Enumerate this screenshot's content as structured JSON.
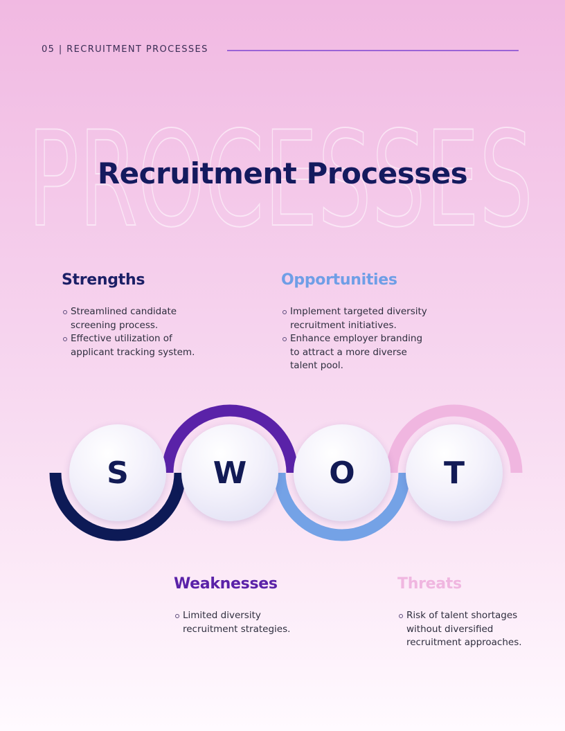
{
  "header": {
    "label": "05 | RECRUITMENT PROCESSES"
  },
  "watermark": {
    "text": "PROCESSES"
  },
  "title": "Recruitment Processes",
  "sections": {
    "strengths": {
      "title": "Strengths",
      "items": [
        "Streamlined candidate screening process.",
        "Effective utilization of applicant tracking system."
      ]
    },
    "opportunities": {
      "title": "Opportunities",
      "items": [
        "Implement targeted diversity recruitment initiatives.",
        "Enhance employer branding to attract a more diverse talent pool."
      ]
    },
    "weaknesses": {
      "title": "Weaknesses",
      "items": [
        "Limited diversity recruitment strategies."
      ]
    },
    "threats": {
      "title": "Threats",
      "items": [
        "Risk of talent shortages without diversified recruitment approaches."
      ]
    }
  },
  "swot": {
    "letters": [
      "S",
      "W",
      "O",
      "T"
    ],
    "colors": {
      "s": "#0d1a56",
      "w": "#5a22a8",
      "o": "#74a2e6",
      "t": "#f0b6e0"
    }
  },
  "colors": {
    "title": "#141a5e",
    "rule": "#9a63d6"
  }
}
